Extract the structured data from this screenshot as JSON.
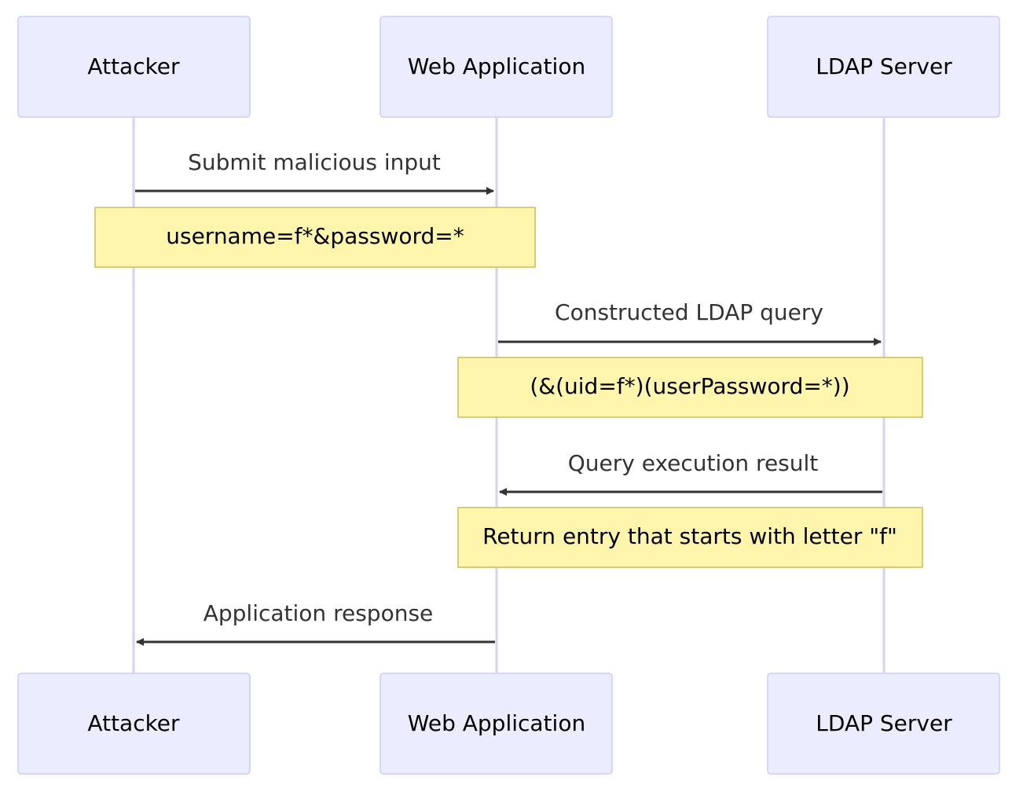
{
  "diagram": {
    "type": "sequence",
    "actors": [
      {
        "id": "attacker",
        "label": "Attacker"
      },
      {
        "id": "webapp",
        "label": "Web Application"
      },
      {
        "id": "ldap",
        "label": "LDAP Server"
      }
    ],
    "messages": [
      {
        "from": "attacker",
        "to": "webapp",
        "label": "Submit malicious input",
        "note": "username=f*&password=*"
      },
      {
        "from": "webapp",
        "to": "ldap",
        "label": "Constructed LDAP query",
        "note": "(&(uid=f*)(userPassword=*))"
      },
      {
        "from": "ldap",
        "to": "webapp",
        "label": "Query execution result",
        "note": "Return entry that starts with letter \"f\""
      },
      {
        "from": "webapp",
        "to": "attacker",
        "label": "Application response"
      }
    ]
  },
  "colors": {
    "actor_fill": "#ECECFF",
    "actor_border": "#CCCCFF",
    "lifeline": "#D8D2F2",
    "message": "#333333",
    "note_fill": "#FFF5AD",
    "note_border": "#C9BE5A"
  }
}
